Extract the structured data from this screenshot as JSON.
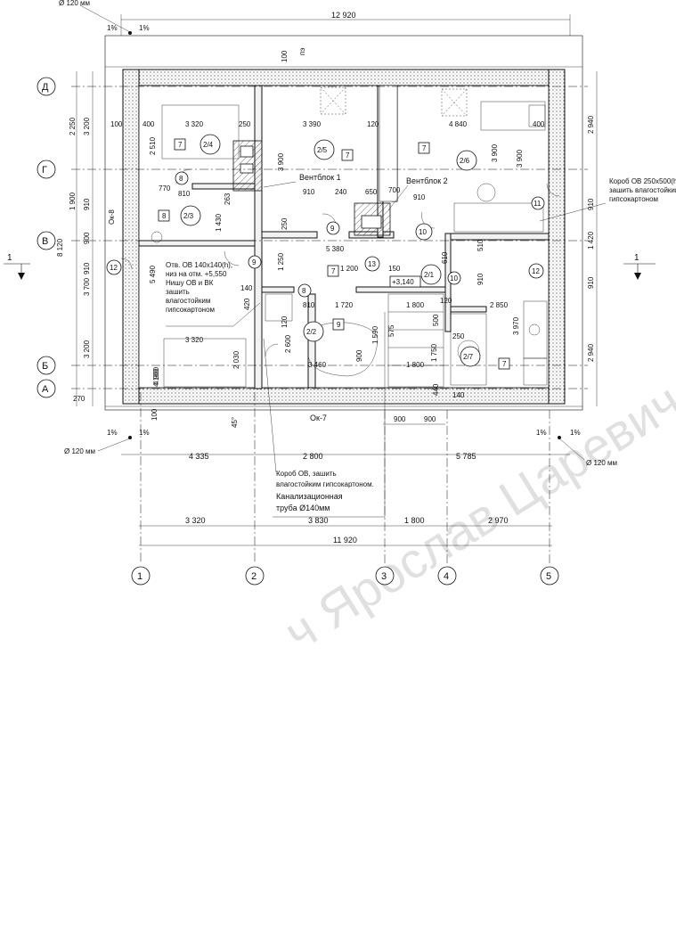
{
  "watermark": "ч Ярослав Царевич",
  "axes_letters": [
    {
      "id": "D",
      "label": "Д"
    },
    {
      "id": "G",
      "label": "Г"
    },
    {
      "id": "V",
      "label": "В"
    },
    {
      "id": "B",
      "label": "Б"
    },
    {
      "id": "A",
      "label": "А"
    }
  ],
  "axes_numbers": [
    "1",
    "2",
    "3",
    "4",
    "5"
  ],
  "section_mark": "1",
  "dims_top": {
    "overall": "12 920",
    "left_pct": "1%",
    "right_pct": "1%",
    "vent": "100",
    "pipe": "Ø 120 мм"
  },
  "dims_bottom": {
    "row1": [
      "4 335",
      "2 800",
      "5 785"
    ],
    "row2": [
      "3 320",
      "3 830",
      "1 800",
      "2 970"
    ],
    "total": "11 920",
    "win": [
      "900",
      "900"
    ],
    "pipe_left": "Ø 120 мм",
    "pipe_right": "Ø 120 мм",
    "pct": [
      "1%",
      "1%",
      "1%",
      "1%"
    ],
    "angle": "45°",
    "window": "Ок-7"
  },
  "dims_left": [
    "270",
    "3 200",
    "3 700",
    "8 120",
    "910",
    "900",
    "910",
    "1 900",
    "3 200",
    "2 250"
  ],
  "dims_right": [
    "2 940",
    "3 900",
    "910",
    "1 420",
    "910",
    "2 940"
  ],
  "room_dims": [
    "3 320",
    "250",
    "3 390",
    "120",
    "4 840",
    "400",
    "100",
    "400",
    "2 510",
    "770",
    "810",
    "1 430",
    "263",
    "3 900",
    "910",
    "240",
    "650",
    "700",
    "910",
    "250",
    "5 380",
    "1 250",
    "1 200",
    "150",
    "+3,140",
    "120",
    "420",
    "140",
    "810",
    "1 720",
    "1 800",
    "2 850",
    "3 970",
    "3 320",
    "4 900",
    "2 030",
    "2 600",
    "3 460",
    "1 590",
    "900",
    "1 800",
    "575",
    "1 750",
    "500",
    "510",
    "910",
    "250",
    "140",
    "440",
    "610",
    "3 900",
    "5 490",
    "100",
    "4 100",
    "120"
  ],
  "rooms": [
    {
      "num": "7",
      "code": "2/4"
    },
    {
      "num": "7",
      "code": "2/5"
    },
    {
      "num": "7",
      "code": "2/6"
    },
    {
      "num": "8",
      "code": "2/3"
    },
    {
      "num": "9",
      "code": "2/2"
    },
    {
      "num": "7",
      "code": "2/1"
    },
    {
      "num": "7",
      "code": "2/7"
    }
  ],
  "circles": [
    "8",
    "9",
    "9",
    "8",
    "10",
    "10",
    "11",
    "12",
    "12",
    "13"
  ],
  "labels": {
    "vent1": "Вентблок 1",
    "vent2": "Вентблок 2",
    "window_left": "Ок-8",
    "level": "+3,140",
    "ug": "пэ"
  },
  "notes": {
    "left": [
      "Отв. ОВ 140х140(h),",
      "низ на отм. +5,550",
      "Нишу ОВ и ВК",
      "зашить",
      "влагостойким",
      "гипсокартоном"
    ],
    "right": [
      "Короб ОВ 250х500(h),",
      "зашить влагостойким",
      "гипсокартоном"
    ],
    "bottom1": [
      "Короб ОВ, зашить",
      "влагостойким гипсокартоном."
    ],
    "bottom2": [
      "Канализационная",
      "труба Ø140мм"
    ]
  }
}
